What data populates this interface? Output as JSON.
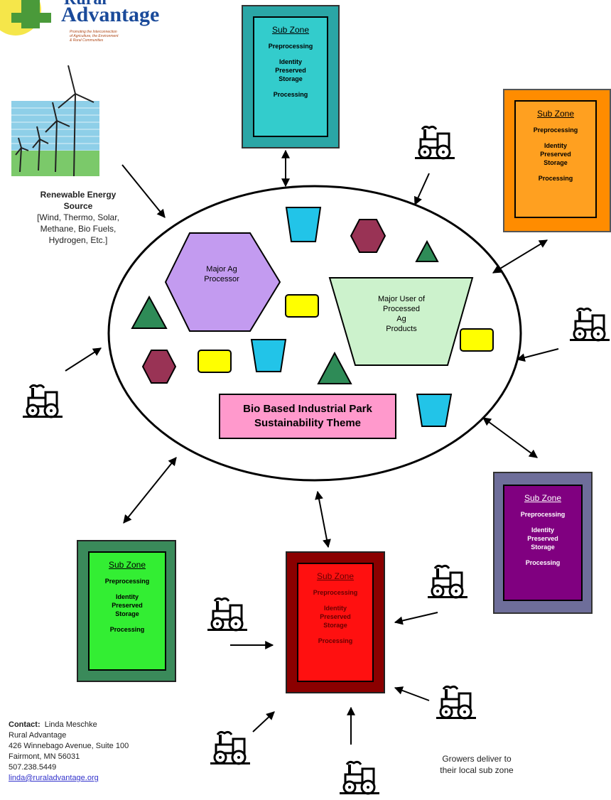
{
  "logo": {
    "name_top": "Rural",
    "name": "Advantage",
    "tagline_1": "Promoting the Interconnection",
    "tagline_2": "of Agriculture, the Environment",
    "tagline_3": "& Rural Communities"
  },
  "energy": {
    "title_1": "Renewable Energy",
    "title_2": "Source",
    "detail_1": "[Wind, Thermo, Solar,",
    "detail_2": "Methane, Bio Fuels,",
    "detail_3": "Hydrogen, Etc.]"
  },
  "sub_zone": {
    "title": "Sub Zone",
    "line1": "Preprocessing",
    "line2": "Identity\nPreserved\nStorage",
    "line3": "Processing"
  },
  "park": {
    "title_1": "Bio Based Industrial Park",
    "title_2": "Sustainability Theme",
    "processor": "Major  Ag\nProcessor",
    "user": "Major User of\nProcessed\nAg\nProducts"
  },
  "growers_note": {
    "line1": "Growers deliver to",
    "line2": "their local sub zone"
  },
  "contact": {
    "label": "Contact:",
    "name": "Linda Meschke",
    "org": "Rural Advantage",
    "address": "426 Winnebago Avenue, Suite 100",
    "city": "Fairmont, MN   56031",
    "phone": "507.238.5449",
    "email": "linda@ruraladvantage.org"
  },
  "colors": {
    "teal": "#2aa6a6",
    "orange": "#ff8c00",
    "purple": "#800080",
    "green": "#33ee33",
    "red": "#ff0000",
    "hexagon_purple": "#c39bf0",
    "trapezoid_green": "#ccf2cc",
    "park_label": "#ff99cc"
  }
}
